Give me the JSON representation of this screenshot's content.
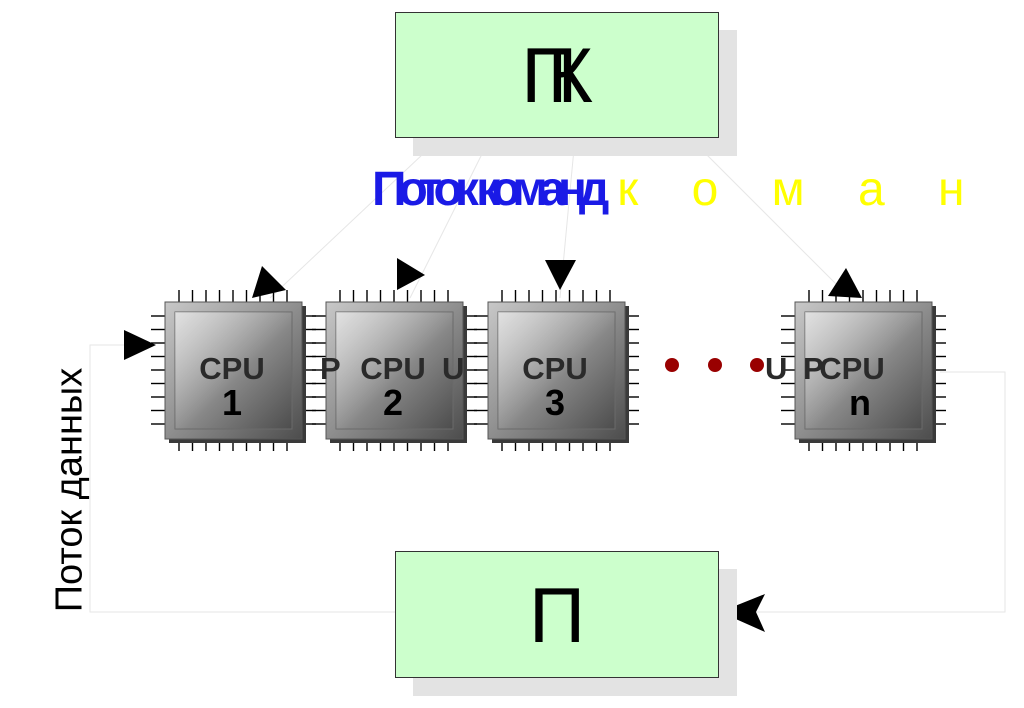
{
  "top_box": {
    "label": "ПК"
  },
  "bottom_box": {
    "label": "П"
  },
  "command_flow": {
    "label_bold": "Поток команд",
    "label_spaced": "к о м а н"
  },
  "data_flow": {
    "label": "Поток данных"
  },
  "processors": [
    {
      "label": "CPU",
      "number": "1"
    },
    {
      "label": "CPU",
      "number": "2"
    },
    {
      "label": "CPU",
      "number": "3"
    },
    {
      "label": "CPU",
      "number": "n"
    }
  ],
  "stray_letters": [
    "P",
    "U",
    "U",
    "P"
  ],
  "colors": {
    "box_fill": "#ccffcc",
    "command_flow_blue": "#1a1ae6",
    "command_flow_yellow": "#ffff00",
    "ellipsis_dots": "#990000"
  }
}
